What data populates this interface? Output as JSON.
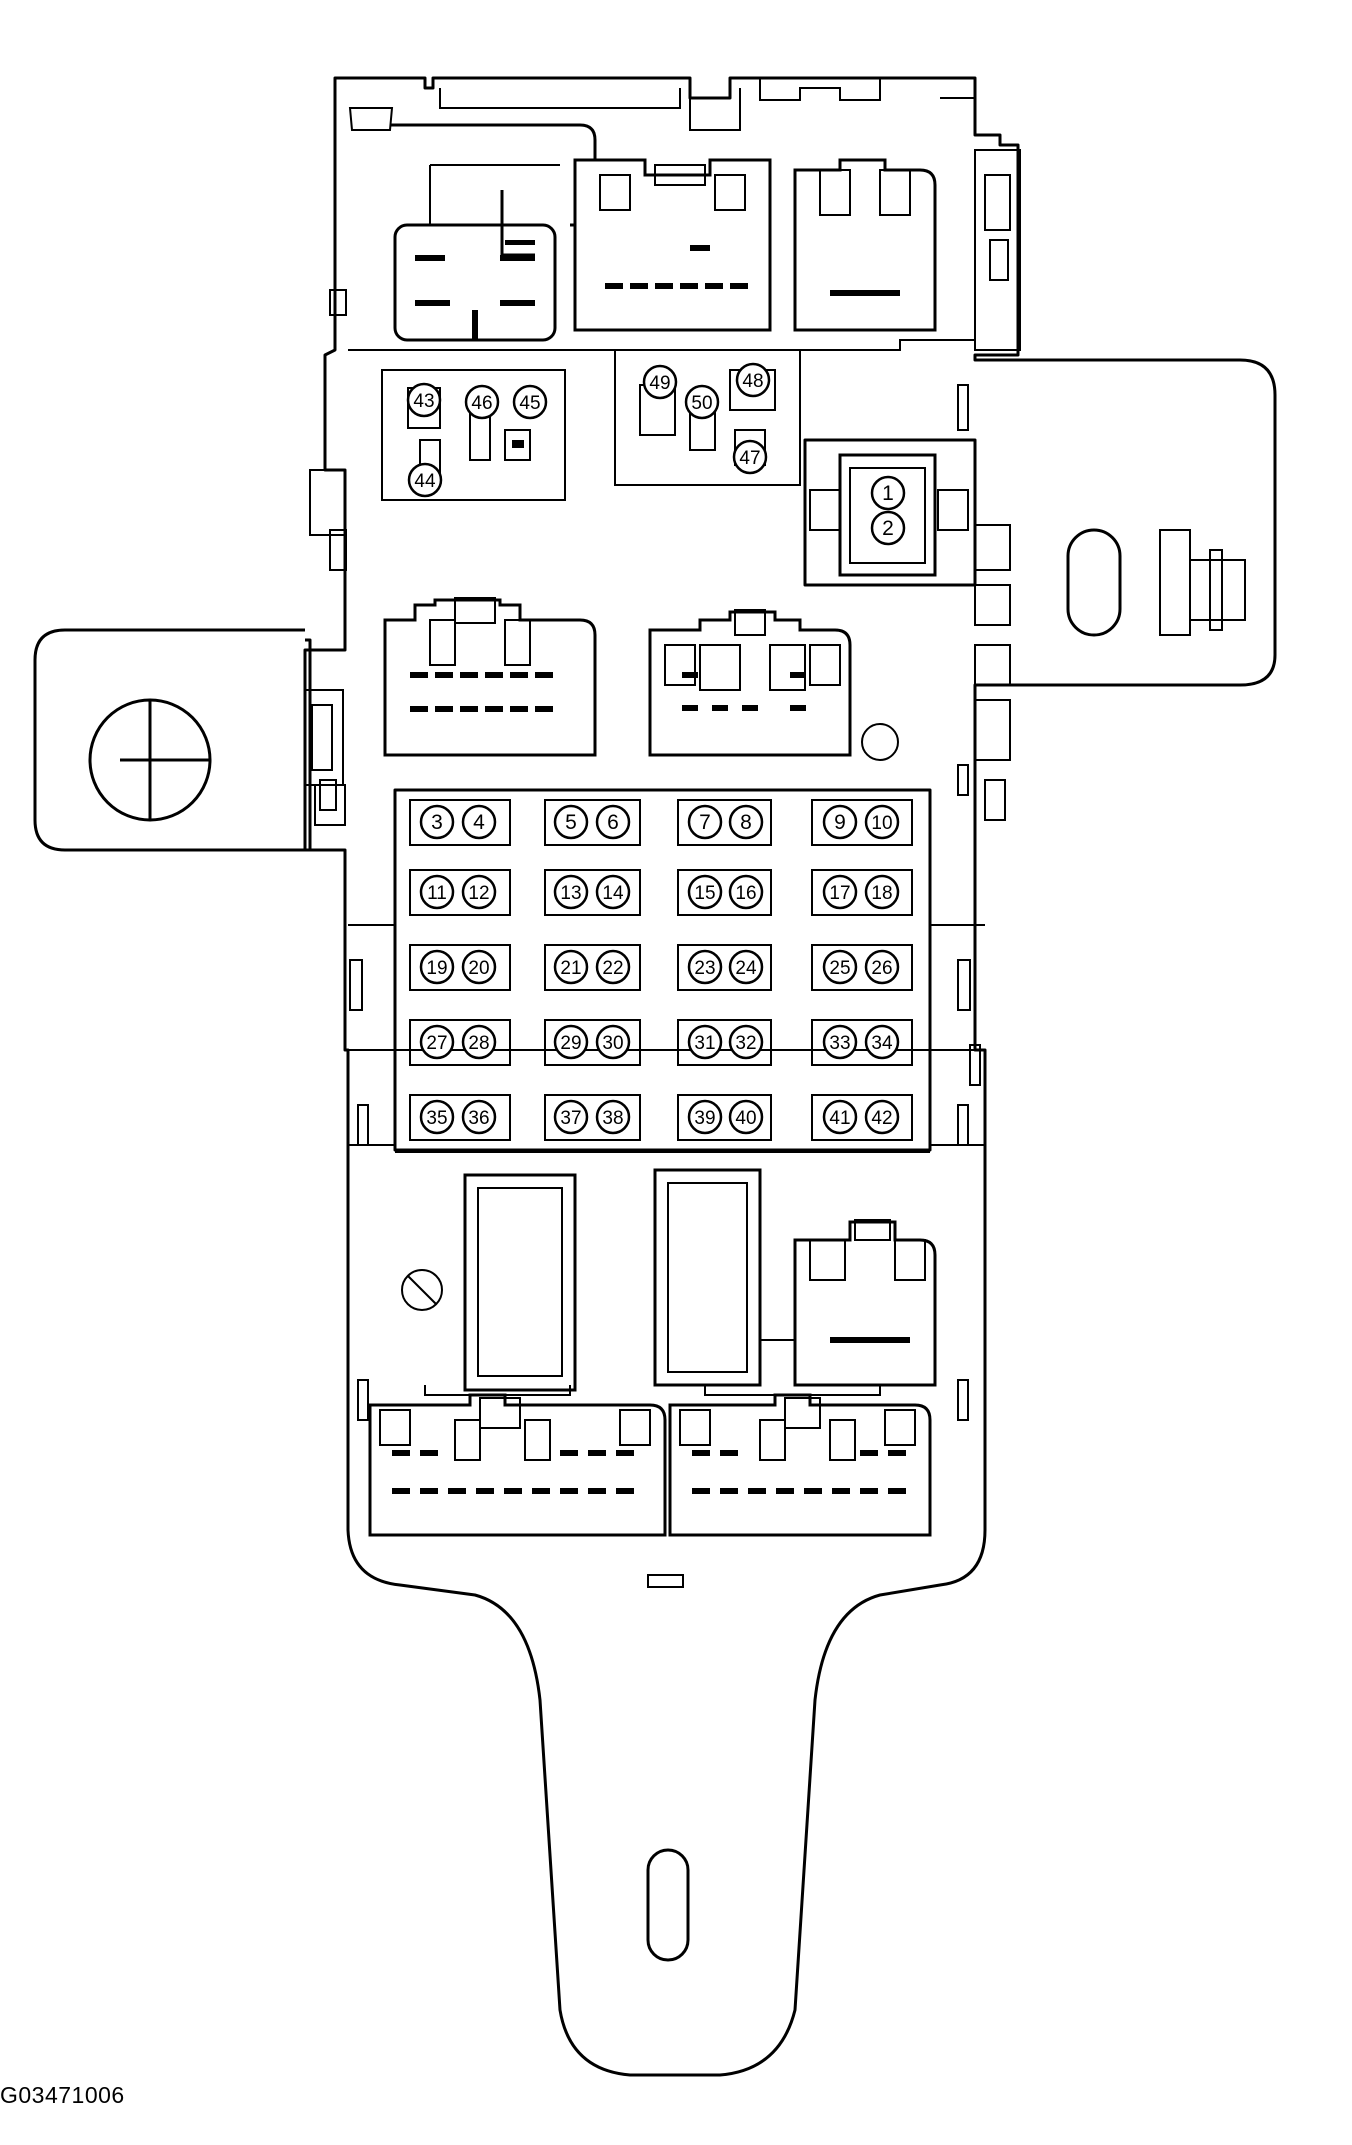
{
  "figure": {
    "code": "G03471006"
  },
  "terminals": [
    {
      "id": "t1",
      "label": "1"
    },
    {
      "id": "t2",
      "label": "2"
    },
    {
      "id": "t3",
      "label": "3"
    },
    {
      "id": "t4",
      "label": "4"
    },
    {
      "id": "t5",
      "label": "5"
    },
    {
      "id": "t6",
      "label": "6"
    },
    {
      "id": "t7",
      "label": "7"
    },
    {
      "id": "t8",
      "label": "8"
    },
    {
      "id": "t9",
      "label": "9"
    },
    {
      "id": "t10",
      "label": "10"
    },
    {
      "id": "t11",
      "label": "11"
    },
    {
      "id": "t12",
      "label": "12"
    },
    {
      "id": "t13",
      "label": "13"
    },
    {
      "id": "t14",
      "label": "14"
    },
    {
      "id": "t15",
      "label": "15"
    },
    {
      "id": "t16",
      "label": "16"
    },
    {
      "id": "t17",
      "label": "17"
    },
    {
      "id": "t18",
      "label": "18"
    },
    {
      "id": "t19",
      "label": "19"
    },
    {
      "id": "t20",
      "label": "20"
    },
    {
      "id": "t21",
      "label": "21"
    },
    {
      "id": "t22",
      "label": "22"
    },
    {
      "id": "t23",
      "label": "23"
    },
    {
      "id": "t24",
      "label": "24"
    },
    {
      "id": "t25",
      "label": "25"
    },
    {
      "id": "t26",
      "label": "26"
    },
    {
      "id": "t27",
      "label": "27"
    },
    {
      "id": "t28",
      "label": "28"
    },
    {
      "id": "t29",
      "label": "29"
    },
    {
      "id": "t30",
      "label": "30"
    },
    {
      "id": "t31",
      "label": "31"
    },
    {
      "id": "t32",
      "label": "32"
    },
    {
      "id": "t33",
      "label": "33"
    },
    {
      "id": "t34",
      "label": "34"
    },
    {
      "id": "t35",
      "label": "35"
    },
    {
      "id": "t36",
      "label": "36"
    },
    {
      "id": "t37",
      "label": "37"
    },
    {
      "id": "t38",
      "label": "38"
    },
    {
      "id": "t39",
      "label": "39"
    },
    {
      "id": "t40",
      "label": "40"
    },
    {
      "id": "t41",
      "label": "41"
    },
    {
      "id": "t42",
      "label": "42"
    },
    {
      "id": "t43",
      "label": "43"
    },
    {
      "id": "t44",
      "label": "44"
    },
    {
      "id": "t45",
      "label": "45"
    },
    {
      "id": "t46",
      "label": "46"
    },
    {
      "id": "t47",
      "label": "47"
    },
    {
      "id": "t48",
      "label": "48"
    },
    {
      "id": "t49",
      "label": "49"
    },
    {
      "id": "t50",
      "label": "50"
    }
  ]
}
